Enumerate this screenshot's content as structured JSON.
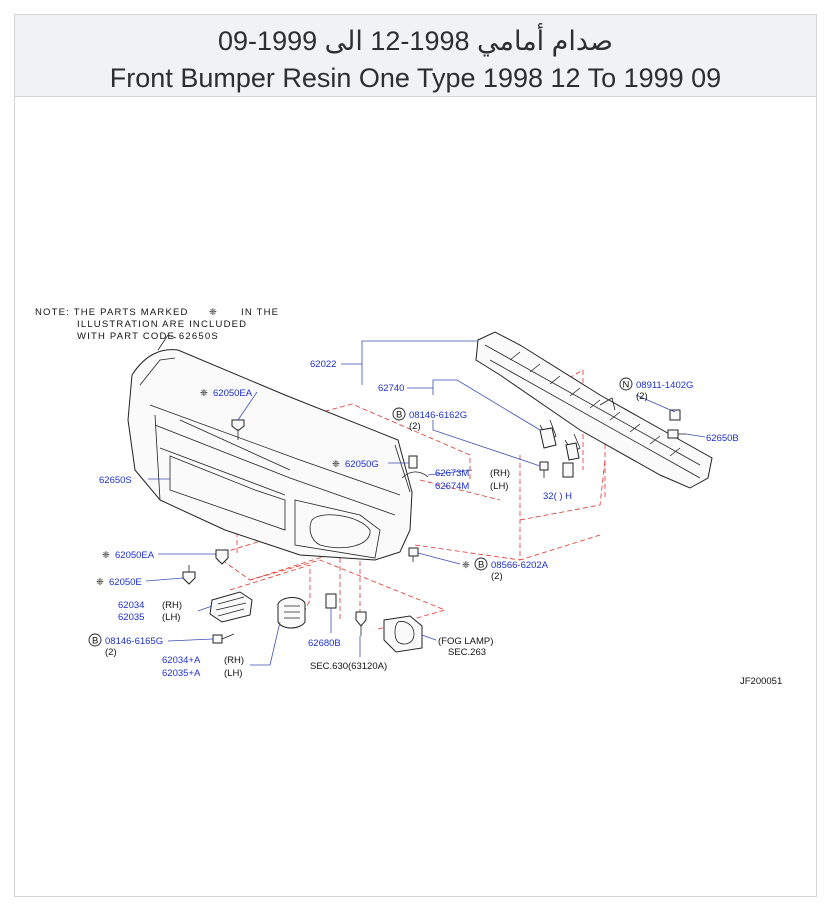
{
  "header": {
    "title_ar": "صدام أمامي 1998-12 الى 1999-09",
    "title_en": "Front Bumper Resin One Type 1998 12 To 1999 09"
  },
  "note": {
    "line1": "NOTE:  THE  PARTS  MARKED",
    "line1_tail": "IN  THE",
    "line2": "ILLUSTRATION  ARE  INCLUDED",
    "line3": "WITH  PART  CODE  62650S"
  },
  "labels": {
    "p62022": "62022",
    "p62740": "62740",
    "p08146_6162G": "08146-6162G",
    "p08146_6162G_qty": "(2)",
    "p08911_1402G": "08911-1402G",
    "p08911_1402G_qty": "(2)",
    "p62650B": "62650B",
    "p62050EA_top": "62050EA",
    "p62050G": "62050G",
    "p62673M": "62673M",
    "p62673M_side": "(RH)",
    "p62674M": "62674M",
    "p62674M_side": "(LH)",
    "p62650S": "62650S",
    "p320_partial": "32(  ) H",
    "p62050EA_bottom": "62050EA",
    "p62050E": "62050E",
    "p08566_6202A": "08566-6202A",
    "p08566_6202A_qty": "(2)",
    "p62034": "62034",
    "p62034_side": "(RH)",
    "p62035": "62035",
    "p62035_side": "(LH)",
    "p08146_6165G": "08146-6165G",
    "p08146_6165G_qty": "(2)",
    "p62034A": "62034+A",
    "p62034A_side": "(RH)",
    "p62035A": "62035+A",
    "p62035A_side": "(LH)",
    "p62680B": "62680B",
    "sec630": "SEC.630(63120A)",
    "fog_lamp": "(FOG  LAMP)",
    "sec263": "SEC.263",
    "diagram_code": "JF200051"
  },
  "badges": {
    "b": "B",
    "n": "N",
    "mark": "❈"
  },
  "colors": {
    "part_number_blue": "#1c2fd0",
    "leader_blue": "#3a4fb8",
    "dash_red": "#e0342c",
    "header_bg": "#f1f2f5"
  }
}
